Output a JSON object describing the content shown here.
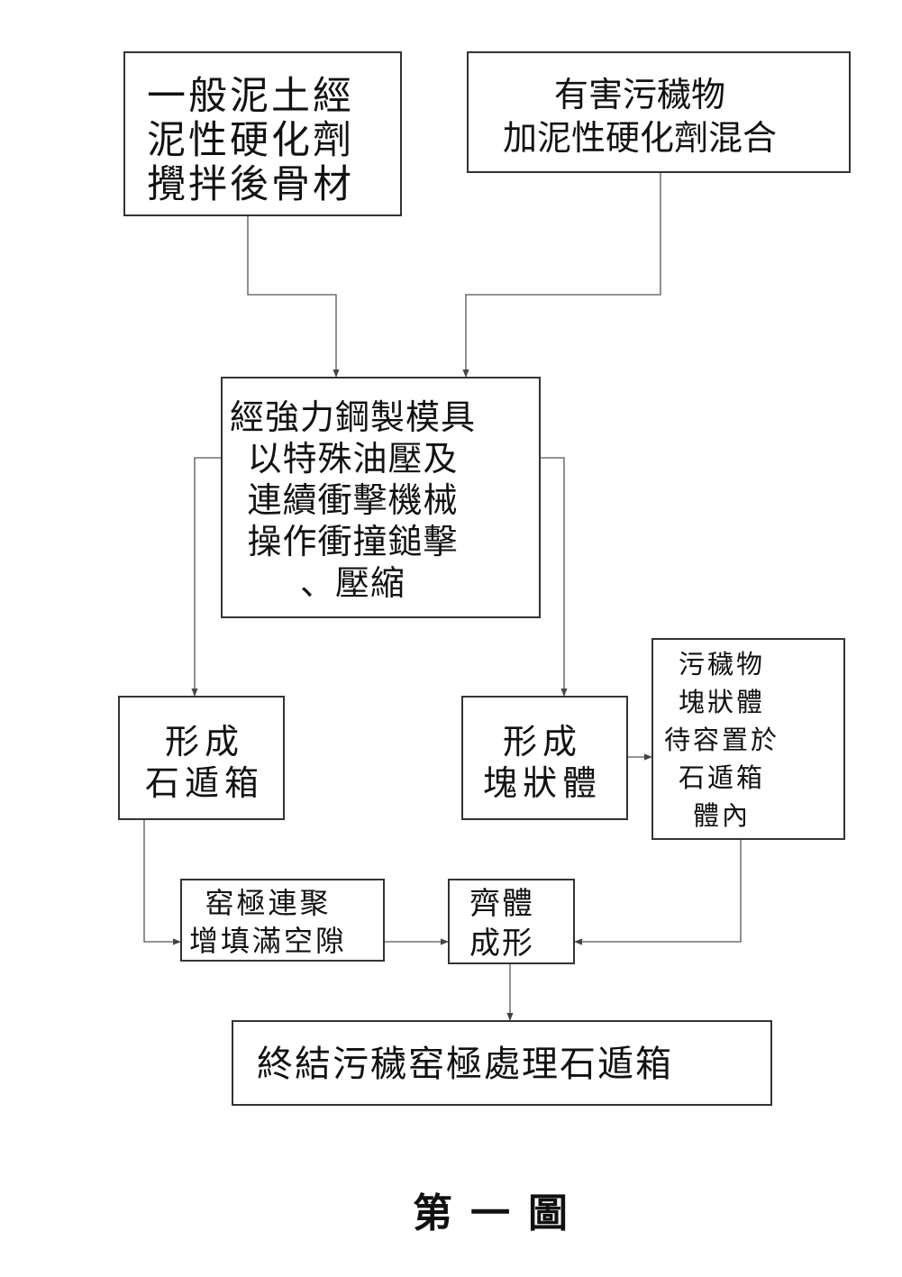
{
  "boxes": {
    "clay_aggregate": "一般泥土經\n泥性硬化劑\n攪拌後骨材",
    "waste_mix": "有害污穢物\n加泥性硬化劑混合",
    "compression": "經強力鋼製模具\n以特殊油壓及\n連續衝擊機械\n操作衝撞鎚擊\n、壓縮",
    "form_stone_box": "形成\n石遁箱",
    "form_block": "形成\n塊狀體",
    "place_block": "污穢物\n塊狀體\n待容置於\n石遁箱\n體內",
    "kiln_fill": "窑極連聚\n增填滿空隙",
    "integrated_form": "齊體\n成形",
    "final": "終結污穢窑極處理石遁箱"
  },
  "caption": "第一圖"
}
